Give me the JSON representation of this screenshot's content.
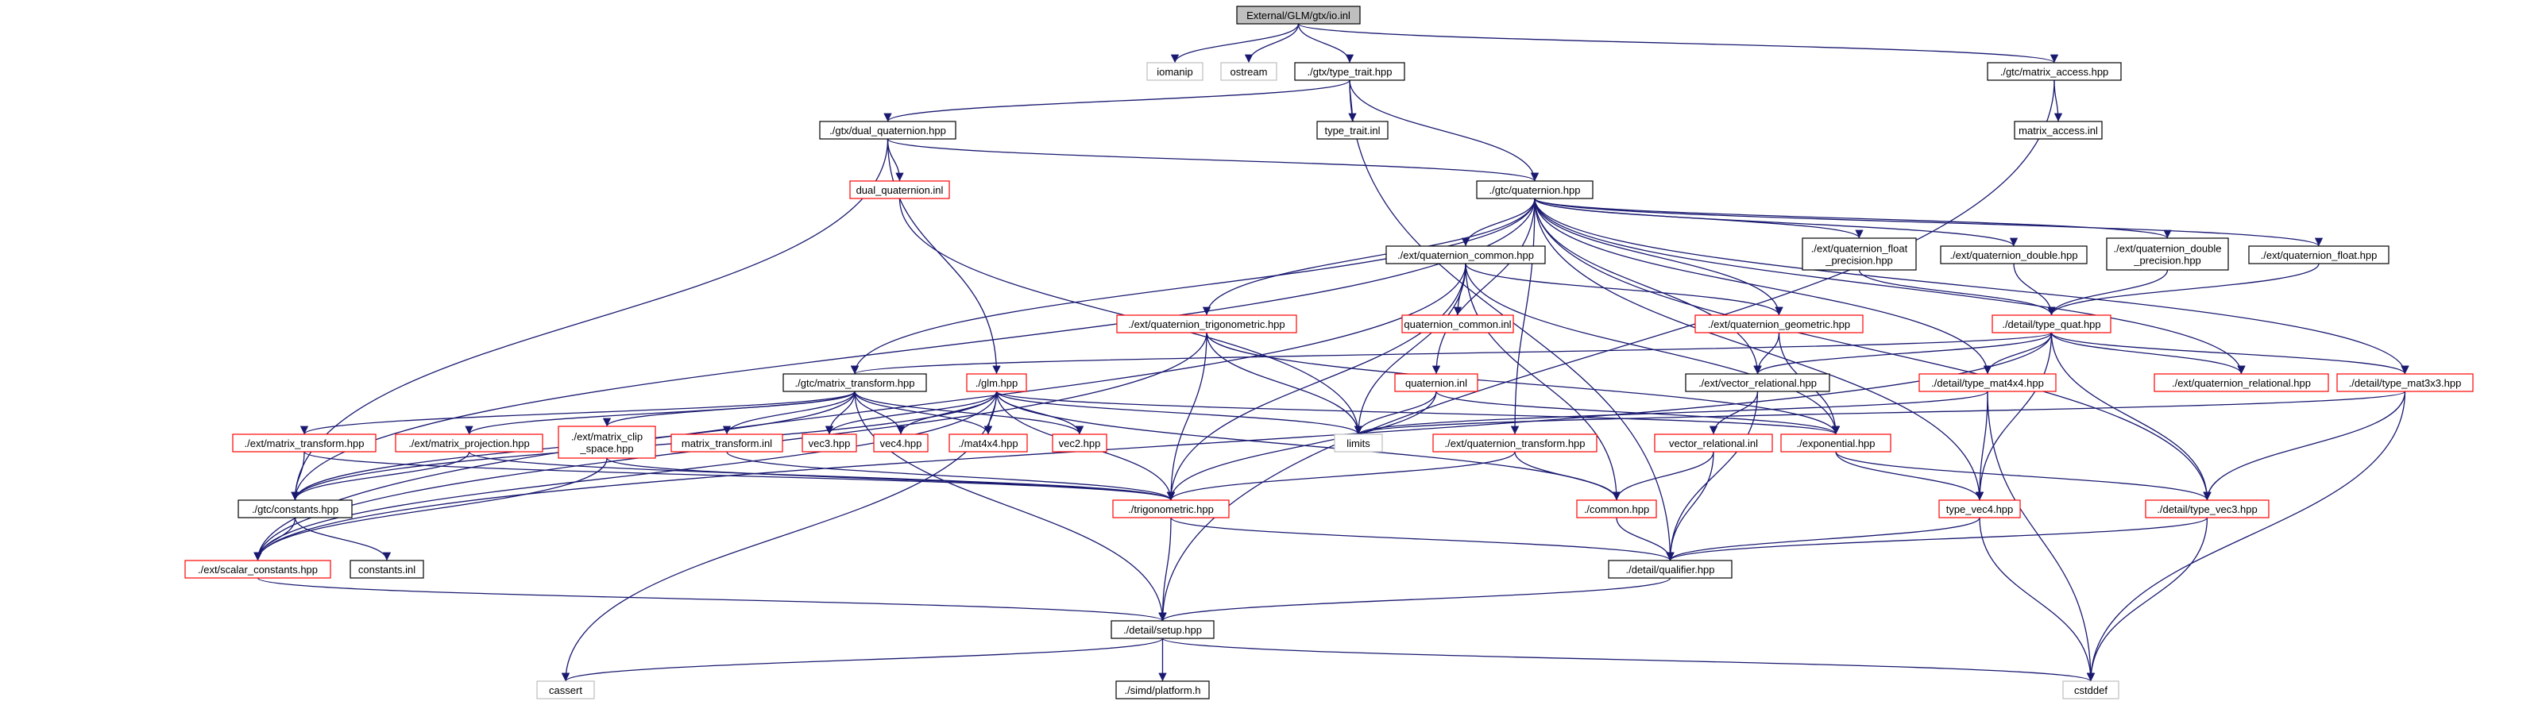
{
  "title": "External/GLM/gtx/io.inl",
  "colors": {
    "edge": "#191970",
    "box_border_default": "#000000",
    "box_border_missing": "#ff0000",
    "box_border_system": "#bfbfbf",
    "root_fill": "#bfbfbf",
    "background": "#ffffff"
  },
  "nodes": {
    "root": {
      "label": "External/GLM/gtx/io.inl",
      "kind": "root"
    },
    "iomanip": {
      "label": "iomanip",
      "kind": "system"
    },
    "ostream": {
      "label": "ostream",
      "kind": "system"
    },
    "type_trait_hpp": {
      "label": "./gtx/type_trait.hpp",
      "kind": "default"
    },
    "matrix_access_hpp": {
      "label": "./gtc/matrix_access.hpp",
      "kind": "default"
    },
    "dual_quaternion_hpp": {
      "label": "./gtx/dual_quaternion.hpp",
      "kind": "default"
    },
    "type_trait_inl": {
      "label": "type_trait.inl",
      "kind": "default"
    },
    "matrix_access_inl": {
      "label": "matrix_access.inl",
      "kind": "default"
    },
    "dual_quaternion_inl": {
      "label": "dual_quaternion.inl",
      "kind": "missing"
    },
    "quaternion_hpp": {
      "label": "./gtc/quaternion.hpp",
      "kind": "default"
    },
    "quaternion_common_hpp": {
      "label": "./ext/quaternion_common.hpp",
      "kind": "default"
    },
    "quaternion_float_precision": {
      "label": "./ext/quaternion_float\n_precision.hpp",
      "kind": "default"
    },
    "quaternion_double_hpp": {
      "label": "./ext/quaternion_double.hpp",
      "kind": "default"
    },
    "quaternion_double_precision": {
      "label": "./ext/quaternion_double\n_precision.hpp",
      "kind": "default"
    },
    "quaternion_float_hpp": {
      "label": "./ext/quaternion_float.hpp",
      "kind": "default"
    },
    "quaternion_trigonometric_hpp": {
      "label": "./ext/quaternion_trigonometric.hpp",
      "kind": "missing"
    },
    "quaternion_common_inl": {
      "label": "quaternion_common.inl",
      "kind": "missing"
    },
    "quaternion_geometric_hpp": {
      "label": "./ext/quaternion_geometric.hpp",
      "kind": "missing"
    },
    "type_quat_hpp": {
      "label": "./detail/type_quat.hpp",
      "kind": "missing"
    },
    "matrix_transform_gtc": {
      "label": "./gtc/matrix_transform.hpp",
      "kind": "default"
    },
    "glm_hpp": {
      "label": "./glm.hpp",
      "kind": "missing"
    },
    "quaternion_inl": {
      "label": "quaternion.inl",
      "kind": "missing"
    },
    "vector_relational_hpp": {
      "label": "./ext/vector_relational.hpp",
      "kind": "default"
    },
    "type_mat4x4_hpp": {
      "label": "./detail/type_mat4x4.hpp",
      "kind": "missing"
    },
    "quaternion_relational_hpp": {
      "label": "./ext/quaternion_relational.hpp",
      "kind": "missing"
    },
    "type_mat3x3_hpp": {
      "label": "./detail/type_mat3x3.hpp",
      "kind": "missing"
    },
    "ext_matrix_transform": {
      "label": "./ext/matrix_transform.hpp",
      "kind": "missing"
    },
    "ext_matrix_projection": {
      "label": "./ext/matrix_projection.hpp",
      "kind": "missing"
    },
    "ext_matrix_clip_space": {
      "label": "./ext/matrix_clip\n_space.hpp",
      "kind": "missing"
    },
    "matrix_transform_inl": {
      "label": "matrix_transform.inl",
      "kind": "missing"
    },
    "vec3_hpp": {
      "label": "vec3.hpp",
      "kind": "missing"
    },
    "vec4_hpp": {
      "label": "vec4.hpp",
      "kind": "missing"
    },
    "mat4x4_hpp": {
      "label": "./mat4x4.hpp",
      "kind": "missing"
    },
    "vec2_hpp": {
      "label": "vec2.hpp",
      "kind": "missing"
    },
    "limits": {
      "label": "limits",
      "kind": "system"
    },
    "exponential_hpp": {
      "label": "./exponential.hpp",
      "kind": "missing"
    },
    "vector_relational_inl": {
      "label": "vector_relational.inl",
      "kind": "missing"
    },
    "quaternion_transform_hpp": {
      "label": "./ext/quaternion_transform.hpp",
      "kind": "missing"
    },
    "constants_hpp": {
      "label": "./gtc/constants.hpp",
      "kind": "default"
    },
    "trigonometric_hpp": {
      "label": "./trigonometric.hpp",
      "kind": "missing"
    },
    "common_hpp": {
      "label": "./common.hpp",
      "kind": "missing"
    },
    "type_vec4_hpp": {
      "label": "type_vec4.hpp",
      "kind": "missing"
    },
    "type_vec3_hpp": {
      "label": "./detail/type_vec3.hpp",
      "kind": "missing"
    },
    "scalar_constants_hpp": {
      "label": "./ext/scalar_constants.hpp",
      "kind": "missing"
    },
    "constants_inl": {
      "label": "constants.inl",
      "kind": "default"
    },
    "qualifier_hpp": {
      "label": "./detail/qualifier.hpp",
      "kind": "default"
    },
    "setup_hpp": {
      "label": "./detail/setup.hpp",
      "kind": "default"
    },
    "cassert": {
      "label": "cassert",
      "kind": "system"
    },
    "platform_h": {
      "label": "./simd/platform.h",
      "kind": "default"
    },
    "cstddef": {
      "label": "cstddef",
      "kind": "system"
    }
  },
  "edges": [
    [
      "root",
      "iomanip"
    ],
    [
      "root",
      "ostream"
    ],
    [
      "root",
      "type_trait_hpp"
    ],
    [
      "root",
      "matrix_access_hpp"
    ],
    [
      "type_trait_hpp",
      "dual_quaternion_hpp"
    ],
    [
      "type_trait_hpp",
      "type_trait_inl"
    ],
    [
      "type_trait_hpp",
      "quaternion_hpp"
    ],
    [
      "type_trait_hpp",
      "qualifier_hpp"
    ],
    [
      "matrix_access_hpp",
      "matrix_access_inl"
    ],
    [
      "matrix_access_hpp",
      "setup_hpp"
    ],
    [
      "dual_quaternion_hpp",
      "dual_quaternion_inl"
    ],
    [
      "dual_quaternion_hpp",
      "quaternion_hpp"
    ],
    [
      "dual_quaternion_hpp",
      "glm_hpp"
    ],
    [
      "dual_quaternion_hpp",
      "constants_hpp"
    ],
    [
      "dual_quaternion_inl",
      "limits"
    ],
    [
      "quaternion_hpp",
      "quaternion_common_hpp"
    ],
    [
      "quaternion_hpp",
      "quaternion_float_precision"
    ],
    [
      "quaternion_hpp",
      "quaternion_double_hpp"
    ],
    [
      "quaternion_hpp",
      "quaternion_double_precision"
    ],
    [
      "quaternion_hpp",
      "quaternion_float_hpp"
    ],
    [
      "quaternion_hpp",
      "quaternion_trigonometric_hpp"
    ],
    [
      "quaternion_hpp",
      "quaternion_geometric_hpp"
    ],
    [
      "quaternion_hpp",
      "quaternion_inl"
    ],
    [
      "quaternion_hpp",
      "vector_relational_hpp"
    ],
    [
      "quaternion_hpp",
      "type_mat4x4_hpp"
    ],
    [
      "quaternion_hpp",
      "quaternion_relational_hpp"
    ],
    [
      "quaternion_hpp",
      "type_mat3x3_hpp"
    ],
    [
      "quaternion_hpp",
      "matrix_transform_gtc"
    ],
    [
      "quaternion_hpp",
      "constants_hpp"
    ],
    [
      "quaternion_hpp",
      "quaternion_transform_hpp"
    ],
    [
      "quaternion_hpp",
      "type_vec4_hpp"
    ],
    [
      "quaternion_hpp",
      "type_vec3_hpp"
    ],
    [
      "quaternion_float_precision",
      "type_quat_hpp"
    ],
    [
      "quaternion_double_hpp",
      "type_quat_hpp"
    ],
    [
      "quaternion_double_precision",
      "type_quat_hpp"
    ],
    [
      "quaternion_float_hpp",
      "type_quat_hpp"
    ],
    [
      "quaternion_common_hpp",
      "quaternion_common_inl"
    ],
    [
      "quaternion_common_hpp",
      "quaternion_geometric_hpp"
    ],
    [
      "quaternion_common_hpp",
      "limits"
    ],
    [
      "quaternion_common_hpp",
      "common_hpp"
    ],
    [
      "quaternion_common_hpp",
      "exponential_hpp"
    ],
    [
      "quaternion_common_hpp",
      "trigonometric_hpp"
    ],
    [
      "quaternion_common_hpp",
      "scalar_constants_hpp"
    ],
    [
      "quaternion_trigonometric_hpp",
      "limits"
    ],
    [
      "quaternion_trigonometric_hpp",
      "trigonometric_hpp"
    ],
    [
      "quaternion_trigonometric_hpp",
      "exponential_hpp"
    ],
    [
      "quaternion_trigonometric_hpp",
      "scalar_constants_hpp"
    ],
    [
      "quaternion_geometric_hpp",
      "vector_relational_hpp"
    ],
    [
      "quaternion_geometric_hpp",
      "exponential_hpp"
    ],
    [
      "type_quat_hpp",
      "vector_relational_hpp"
    ],
    [
      "type_quat_hpp",
      "type_mat4x4_hpp"
    ],
    [
      "type_quat_hpp",
      "quaternion_relational_hpp"
    ],
    [
      "type_quat_hpp",
      "type_mat3x3_hpp"
    ],
    [
      "type_quat_hpp",
      "type_vec4_hpp"
    ],
    [
      "type_quat_hpp",
      "type_vec3_hpp"
    ],
    [
      "type_quat_hpp",
      "matrix_transform_gtc"
    ],
    [
      "type_quat_hpp",
      "scalar_constants_hpp"
    ],
    [
      "matrix_transform_gtc",
      "ext_matrix_transform"
    ],
    [
      "matrix_transform_gtc",
      "ext_matrix_projection"
    ],
    [
      "matrix_transform_gtc",
      "ext_matrix_clip_space"
    ],
    [
      "matrix_transform_gtc",
      "matrix_transform_inl"
    ],
    [
      "matrix_transform_gtc",
      "vec3_hpp"
    ],
    [
      "matrix_transform_gtc",
      "vec4_hpp"
    ],
    [
      "matrix_transform_gtc",
      "mat4x4_hpp"
    ],
    [
      "matrix_transform_gtc",
      "vec2_hpp"
    ],
    [
      "matrix_transform_gtc",
      "constants_hpp"
    ],
    [
      "matrix_transform_gtc",
      "setup_hpp"
    ],
    [
      "glm_hpp",
      "vec3_hpp"
    ],
    [
      "glm_hpp",
      "vec4_hpp"
    ],
    [
      "glm_hpp",
      "mat4x4_hpp"
    ],
    [
      "glm_hpp",
      "vec2_hpp"
    ],
    [
      "glm_hpp",
      "limits"
    ],
    [
      "glm_hpp",
      "exponential_hpp"
    ],
    [
      "glm_hpp",
      "trigonometric_hpp"
    ],
    [
      "glm_hpp",
      "common_hpp"
    ],
    [
      "glm_hpp",
      "cassert"
    ],
    [
      "glm_hpp",
      "constants_hpp"
    ],
    [
      "glm_hpp",
      "scalar_constants_hpp"
    ],
    [
      "quaternion_inl",
      "limits"
    ],
    [
      "quaternion_inl",
      "exponential_hpp"
    ],
    [
      "quaternion_inl",
      "trigonometric_hpp"
    ],
    [
      "vector_relational_hpp",
      "vector_relational_inl"
    ],
    [
      "vector_relational_hpp",
      "qualifier_hpp"
    ],
    [
      "vector_relational_inl",
      "common_hpp"
    ],
    [
      "vector_relational_inl",
      "qualifier_hpp"
    ],
    [
      "type_mat4x4_hpp",
      "limits"
    ],
    [
      "type_mat4x4_hpp",
      "type_vec4_hpp"
    ],
    [
      "type_mat4x4_hpp",
      "cstddef"
    ],
    [
      "type_mat3x3_hpp",
      "limits"
    ],
    [
      "type_mat3x3_hpp",
      "type_vec3_hpp"
    ],
    [
      "type_mat3x3_hpp",
      "cstddef"
    ],
    [
      "ext_matrix_transform",
      "constants_hpp"
    ],
    [
      "ext_matrix_transform",
      "trigonometric_hpp"
    ],
    [
      "ext_matrix_projection",
      "constants_hpp"
    ],
    [
      "ext_matrix_projection",
      "trigonometric_hpp"
    ],
    [
      "ext_matrix_clip_space",
      "scalar_constants_hpp"
    ],
    [
      "ext_matrix_clip_space",
      "trigonometric_hpp"
    ],
    [
      "matrix_transform_inl",
      "trigonometric_hpp"
    ],
    [
      "quaternion_transform_hpp",
      "common_hpp"
    ],
    [
      "quaternion_transform_hpp",
      "trigonometric_hpp"
    ],
    [
      "exponential_hpp",
      "type_vec4_hpp"
    ],
    [
      "exponential_hpp",
      "type_vec3_hpp"
    ],
    [
      "constants_hpp",
      "scalar_constants_hpp"
    ],
    [
      "constants_hpp",
      "constants_inl"
    ],
    [
      "trigonometric_hpp",
      "qualifier_hpp"
    ],
    [
      "trigonometric_hpp",
      "setup_hpp"
    ],
    [
      "common_hpp",
      "qualifier_hpp"
    ],
    [
      "type_vec4_hpp",
      "qualifier_hpp"
    ],
    [
      "type_vec4_hpp",
      "cstddef"
    ],
    [
      "type_vec3_hpp",
      "qualifier_hpp"
    ],
    [
      "type_vec3_hpp",
      "cstddef"
    ],
    [
      "scalar_constants_hpp",
      "setup_hpp"
    ],
    [
      "qualifier_hpp",
      "setup_hpp"
    ],
    [
      "setup_hpp",
      "cassert"
    ],
    [
      "setup_hpp",
      "platform_h"
    ],
    [
      "setup_hpp",
      "cstddef"
    ]
  ]
}
